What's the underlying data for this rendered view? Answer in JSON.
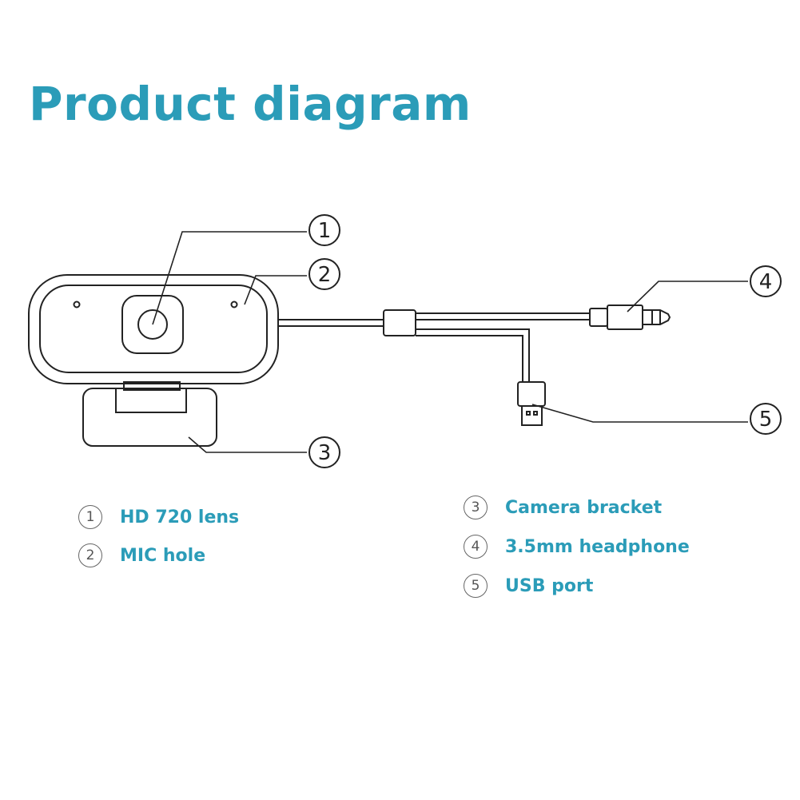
{
  "title": "Product diagram",
  "callouts": [
    "1",
    "2",
    "3",
    "4",
    "5"
  ],
  "legend": [
    {
      "num": "1",
      "label": "HD 720 lens"
    },
    {
      "num": "2",
      "label": "MIC hole"
    },
    {
      "num": "3",
      "label": "Camera bracket"
    },
    {
      "num": "4",
      "label": "3.5mm headphone"
    },
    {
      "num": "5",
      "label": "USB port"
    }
  ],
  "colors": {
    "accent": "#2b9cb8",
    "line": "#222222"
  }
}
